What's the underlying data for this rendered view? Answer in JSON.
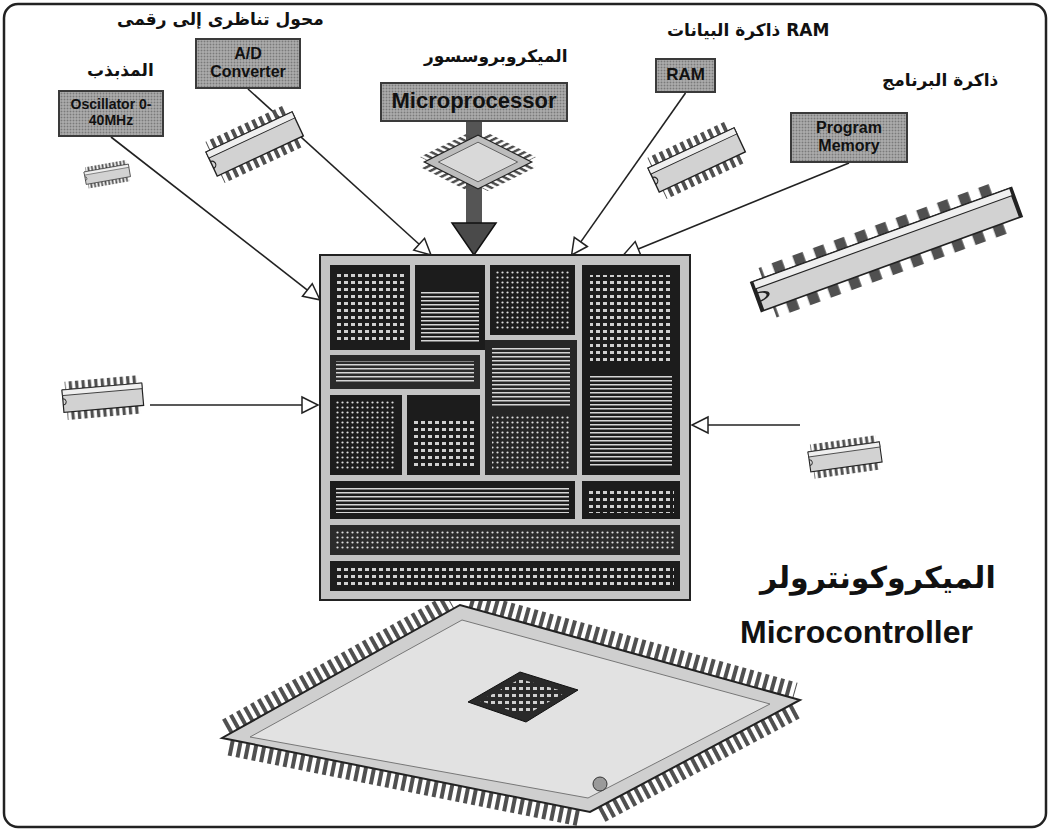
{
  "diagram": {
    "nodes": [
      {
        "text": [
          "محول تناظرى إلى رقمى",
          "A/D Converter"
        ]
      },
      {
        "text": [
          "المذبذب",
          "Oscillator 0-40MHz"
        ]
      },
      {
        "text": [
          "الميكروبروسسور",
          "Microprocessor"
        ]
      },
      {
        "text": [
          "ذاكرة البيانات RAM",
          "RAM"
        ]
      },
      {
        "text": [
          "ذاكرة البرنامج",
          "Program Memory"
        ]
      },
      {
        "text": [
          "الميكروكونترولر",
          "Microcontroller"
        ]
      }
    ],
    "edges": [
      {
        "from": 0,
        "to": 5,
        "arrow": "to"
      },
      {
        "from": 1,
        "to": 5,
        "arrow": "to"
      },
      {
        "from": 2,
        "to": 5,
        "arrow": "to"
      },
      {
        "from": 3,
        "to": 5,
        "arrow": "to"
      },
      {
        "from": 4,
        "to": 5,
        "arrow": "to"
      }
    ]
  }
}
